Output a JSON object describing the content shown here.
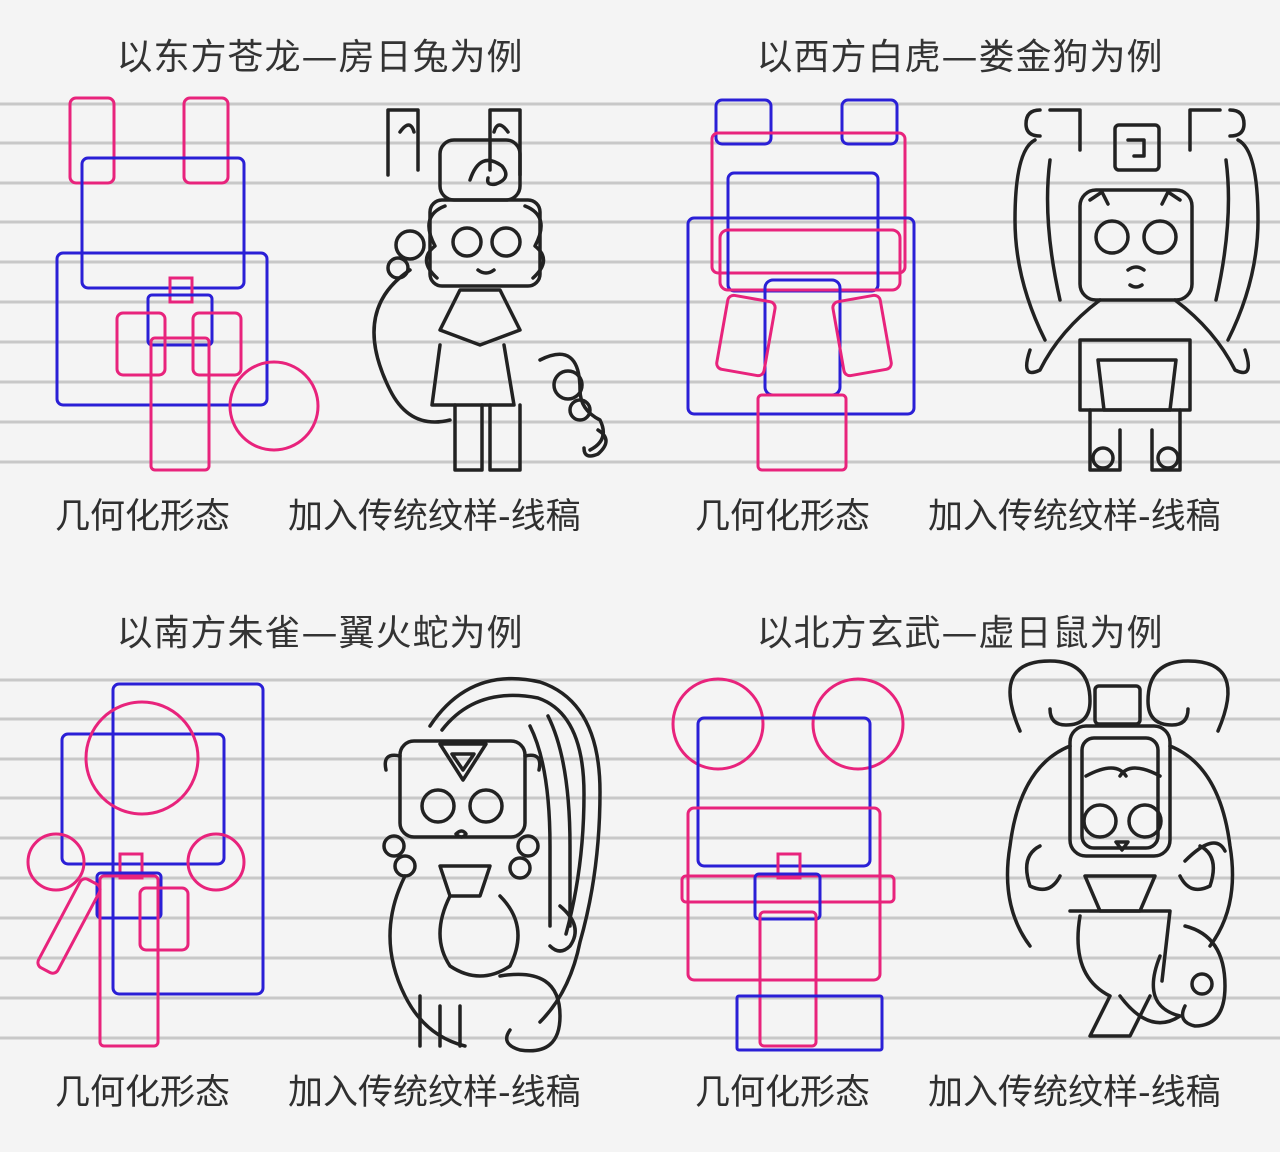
{
  "panels": [
    {
      "title": "以东方苍龙—房日兔为例",
      "caption_geometry": "几何化形态",
      "caption_lineart": "加入传统纹样-线稿"
    },
    {
      "title": "以西方白虎—娄金狗为例",
      "caption_geometry": "几何化形态",
      "caption_lineart": "加入传统纹样-线稿"
    },
    {
      "title": "以南方朱雀—翼火蛇为例",
      "caption_geometry": "几何化形态",
      "caption_lineart": "加入传统纹样-线稿"
    },
    {
      "title": "以北方玄武—虚日鼠为例",
      "caption_geometry": "几何化形态",
      "caption_lineart": "加入传统纹样-线稿"
    }
  ],
  "colors": {
    "pink": "#e8237c",
    "blue": "#2a1fd6",
    "ink": "#222222",
    "rule": "#c8c8c8",
    "panel_bg": "#f4f4f4"
  }
}
